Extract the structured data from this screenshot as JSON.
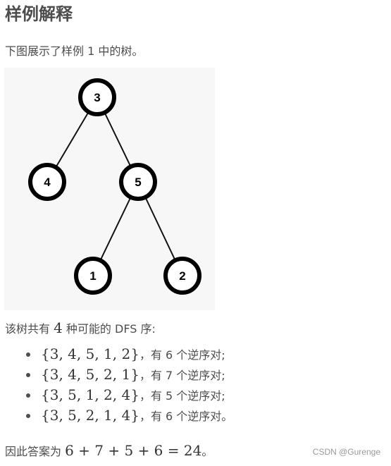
{
  "heading": "样例解释",
  "intro": "下图展示了样例 1 中的树。",
  "tree": {
    "nodes": [
      {
        "id": "3",
        "label": "3"
      },
      {
        "id": "4",
        "label": "4"
      },
      {
        "id": "5",
        "label": "5"
      },
      {
        "id": "1",
        "label": "1"
      },
      {
        "id": "2",
        "label": "2"
      }
    ],
    "edges": [
      [
        "3",
        "4"
      ],
      [
        "3",
        "5"
      ],
      [
        "5",
        "1"
      ],
      [
        "5",
        "2"
      ]
    ]
  },
  "dfs_intro": {
    "before": "该树共有 ",
    "count": "4",
    "after": " 种可能的 DFS 序:"
  },
  "orders": [
    {
      "sequence": "{3, 4, 5, 1, 2}",
      "text": "，有 6 个逆序对;"
    },
    {
      "sequence": "{3, 4, 5, 2, 1}",
      "text": "，有 7 个逆序对;"
    },
    {
      "sequence": "{3, 5, 1, 2, 4}",
      "text": "，有 5 个逆序对;"
    },
    {
      "sequence": "{3, 5, 2, 1, 4}",
      "text": "，有 6 个逆序对。"
    }
  ],
  "conclusion": {
    "prefix": "因此答案为 ",
    "formula": "6 + 7 + 5 + 6 = 24",
    "suffix": "。"
  },
  "watermark": "CSDN @Gurenge"
}
